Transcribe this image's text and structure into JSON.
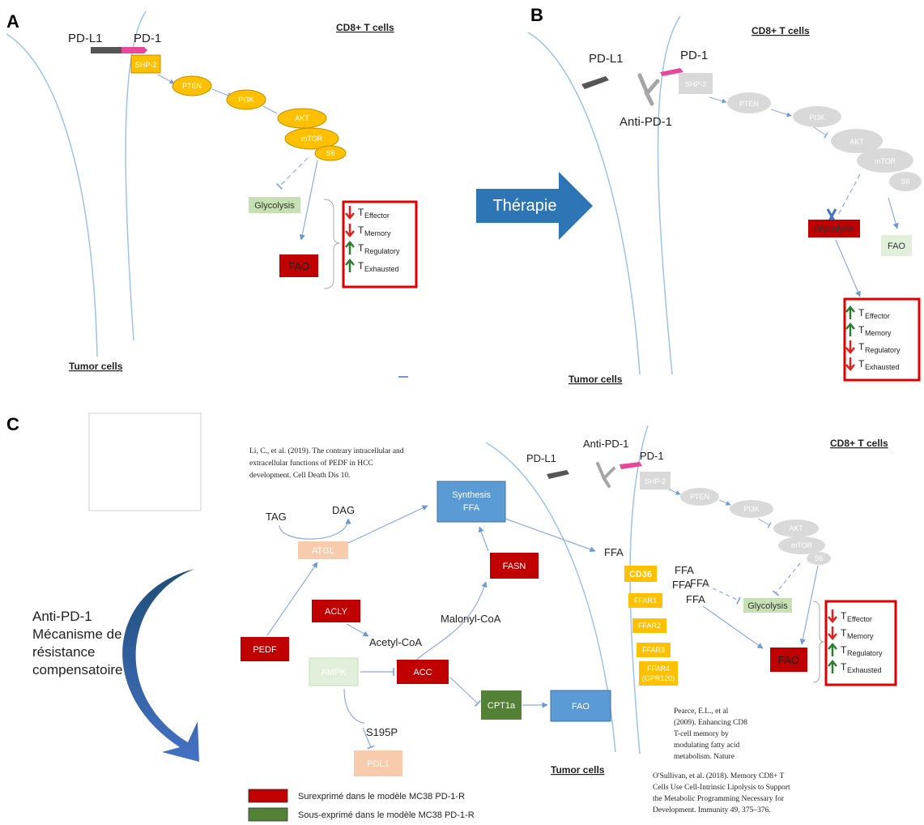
{
  "panels": {
    "a": {
      "letter": "A",
      "header_top": "CD8+ T cells",
      "header_bottom": "Tumor cells",
      "pdl1": "PD-L1",
      "pd1": "PD-1",
      "nodes": [
        "SHP-2",
        "PTEN",
        "PI3K",
        "AKT",
        "mTOR",
        "S6"
      ],
      "glycolysis": "Glycolysis",
      "fao": "FAO",
      "outcomes": [
        {
          "t": "T",
          "sub": "Effector",
          "dir": "down"
        },
        {
          "t": "T",
          "sub": "Memory",
          "dir": "down"
        },
        {
          "t": "T",
          "sub": "Regulatory",
          "dir": "up"
        },
        {
          "t": "T",
          "sub": "Exhausted",
          "dir": "up"
        }
      ]
    },
    "b": {
      "letter": "B",
      "header_top": "CD8+ T cells",
      "header_bottom": "Tumor cells",
      "pdl1": "PD-L1",
      "pd1": "PD-1",
      "antibody": "Anti-PD-1",
      "therapy": "Thérapie",
      "nodes": [
        "SHP-2",
        "PTEN",
        "PI3K",
        "AKT",
        "mTOR",
        "S6"
      ],
      "glycolysis": "Glycolysis",
      "fao": "FAO",
      "outcomes": [
        {
          "t": "T",
          "sub": "Effector",
          "dir": "up"
        },
        {
          "t": "T",
          "sub": "Memory",
          "dir": "up"
        },
        {
          "t": "T",
          "sub": "Regulatory",
          "dir": "down"
        },
        {
          "t": "T",
          "sub": "Exhausted",
          "dir": "down"
        }
      ]
    },
    "c": {
      "letter": "C",
      "header_top": "CD8+ T cells",
      "header_bottom": "Tumor cells",
      "side_label": [
        "Anti-PD-1",
        "Mécanisme de",
        "résistance",
        "compensatoire"
      ],
      "ref_li": [
        "Li, C., et al. (2019). The contrary intracellular and",
        "extracellular functions of PEDF in HCC",
        "development. Cell Death Dis 10."
      ],
      "ref_pearce": [
        "Pearce, E.L., et al",
        "(2009). Enhancing CD8",
        "T-cell memory by",
        "modulating fatty acid",
        "metabolism. Nature"
      ],
      "ref_osullivan": [
        "O'Sullivan, et al. (2018). Memory CD8+ T",
        "Cells Use Cell-Intrinsic Lipolysis to Support",
        "the Metabolic Programming Necessary for",
        "Development. Immunity 49, 375–376."
      ],
      "tag": "TAG",
      "dag": "DAG",
      "atgl": "ATGL",
      "synthesis": [
        "Synthesis",
        "FFA"
      ],
      "ffa": "FFA",
      "fasn": "FASN",
      "acly": "ACLY",
      "malonyl": "Malonyl-CoA",
      "acetyl": "Acetyl-CoA",
      "pedf": "PEDF",
      "ampk": "AMPK",
      "acc": "ACC",
      "cpt1a": "CPT1a",
      "fao_blue": "FAO",
      "s195p": "S195P",
      "pdl1_box": "PDL1",
      "pdl1": "PD-L1",
      "antibody": "Anti-PD-1",
      "pd1": "PD-1",
      "nodes": [
        "SHP-2",
        "PTEN",
        "PI3K",
        "AKT",
        "mTOR",
        "S6"
      ],
      "cd36": "CD36",
      "ffar": [
        "FFAR1",
        "FFAR2",
        "FFAR3",
        "FFAR4",
        "(GPR120)"
      ],
      "ffa_labels": [
        "FFA",
        "FFA",
        "FFA",
        "FFA"
      ],
      "glycolysis": "Glycolysis",
      "fao": "FAO",
      "outcomes": [
        {
          "t": "T",
          "sub": "Effector",
          "dir": "down"
        },
        {
          "t": "T",
          "sub": "Memory",
          "dir": "down"
        },
        {
          "t": "T",
          "sub": "Regulatory",
          "dir": "up"
        },
        {
          "t": "T",
          "sub": "Exhausted",
          "dir": "up"
        }
      ],
      "legend": [
        {
          "label": "Surexprimé dans le modèle MC38 PD-1-R",
          "color": "#c00000"
        },
        {
          "label": "Sous-exprimé dans le modèle MC38 PD-1-R",
          "color": "#538135"
        }
      ]
    }
  },
  "colors": {
    "orange": "#ffc000",
    "grey_node": "#d0d0d0",
    "dark_red": "#c00000",
    "light_green": "#c6e0b4",
    "blue_box": "#5b9bd5",
    "peach": "#f8cbad",
    "dark_green": "#538135",
    "therapy_arrow": "#2e75b6",
    "membrane": "#9dc3e6",
    "up_arrow": "#2e7d32",
    "down_arrow": "#e02020",
    "outcome_border": "#e00000"
  }
}
